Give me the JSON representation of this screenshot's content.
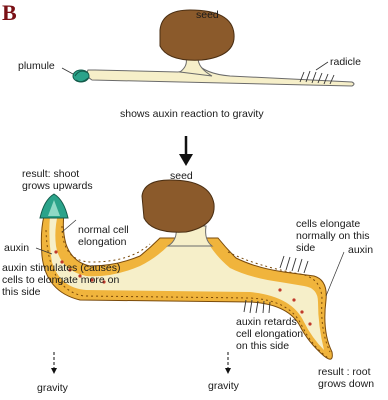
{
  "panel": {
    "letter": "B"
  },
  "top_diagram": {
    "seed": "seed",
    "plumule": "plumule",
    "radicle": "radicle",
    "caption": "shows auxin reaction to gravity"
  },
  "bottom_diagram": {
    "seed": "seed",
    "result_shoot": [
      "result: shoot",
      "grows upwards"
    ],
    "normal_elongation": [
      "normal cell",
      "elongation"
    ],
    "auxin_left": "auxin",
    "stimulates": [
      "auxin stimulates (causes)",
      "cells to elongate more on",
      "this side"
    ],
    "cells_elongate": [
      "cells elongate",
      "normally on this",
      "side"
    ],
    "auxin_right": "auxin",
    "retards": [
      "auxin retards",
      "cell elongation",
      "on this side"
    ],
    "result_root": [
      "result : root",
      "grows down"
    ],
    "gravity_left": "gravity",
    "gravity_middle": "gravity"
  },
  "colors": {
    "seed": "#8b5a2b",
    "seedling": "#f6efc9",
    "tissue": "#f0b43c",
    "plumule": "#2aa38a",
    "accent": "#7a1015"
  }
}
